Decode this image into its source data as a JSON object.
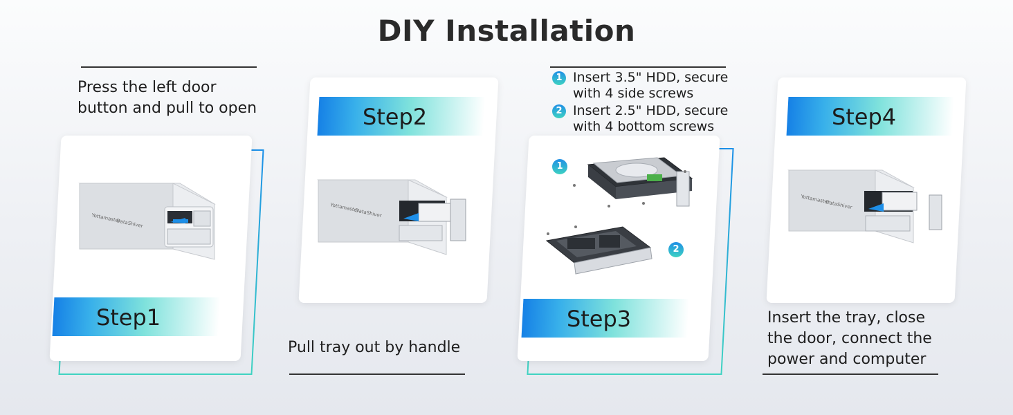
{
  "title": "DIY Installation",
  "brand": {
    "left": "Yottamaster",
    "right": "DataShiver"
  },
  "steps": [
    {
      "label": "Step1",
      "caption_lines": [
        "Press the left door",
        "button and pull to open"
      ]
    },
    {
      "label": "Step2",
      "caption_lines": [
        "Pull tray out by handle"
      ]
    },
    {
      "label": "Step3",
      "instructions": [
        {
          "num": "1",
          "lines": [
            "Insert 3.5\" HDD, secure",
            "with 4 side screws"
          ]
        },
        {
          "num": "2",
          "lines": [
            "Insert 2.5\" HDD, secure",
            "with 4 bottom screws"
          ]
        }
      ],
      "badges": [
        "1",
        "2"
      ]
    },
    {
      "label": "Step4",
      "caption_lines": [
        "Insert the tray, close",
        "the door, connect the",
        "power and computer"
      ]
    }
  ],
  "colors": {
    "accent_blue": "#1681e6",
    "accent_teal": "#3fd3c1",
    "text": "#1e1e1e"
  }
}
